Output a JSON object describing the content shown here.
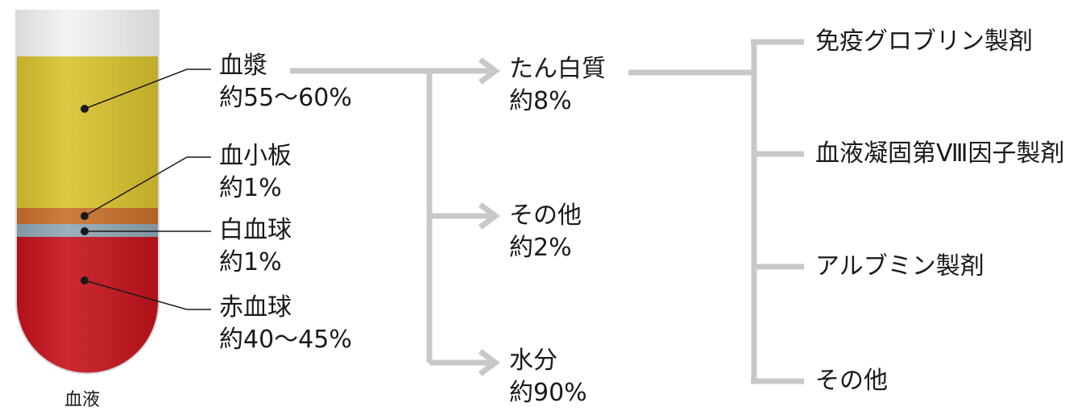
{
  "tube": {
    "caption": "血液",
    "colors": {
      "plasma": "#d9c22e",
      "platelets": "#c8702a",
      "white_cells": "#8fa7b5",
      "red_cells": "#c5121b",
      "glass": "#f2f2f2"
    }
  },
  "components": {
    "plasma": {
      "name": "血漿",
      "share": "約55〜60%"
    },
    "platelets": {
      "name": "血小板",
      "share": "約1%"
    },
    "white_cells": {
      "name": "白血球",
      "share": "約1%"
    },
    "red_cells": {
      "name": "赤血球",
      "share": "約40〜45%"
    }
  },
  "plasma_breakdown": {
    "protein": {
      "name": "たん白質",
      "share": "約8%"
    },
    "other": {
      "name": "その他",
      "share": "約2%"
    },
    "water": {
      "name": "水分",
      "share": "約90%"
    }
  },
  "protein_products": {
    "items": [
      "免疫グロブリン製剤",
      "血液凝固第Ⅷ因子製剤",
      "アルブミン製剤",
      "その他"
    ]
  },
  "connector_color": "#c8c8c8"
}
